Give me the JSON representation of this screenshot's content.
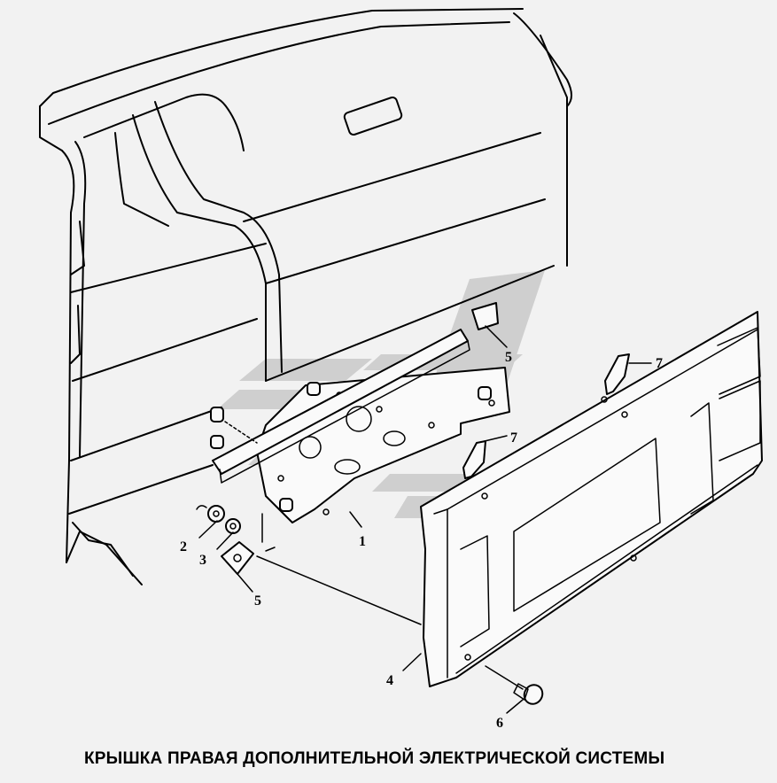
{
  "caption": "КРЫШКА ПРАВАЯ ДОПОЛНИТЕЛЬНОЙ ЭЛЕКТРИЧЕСКОЙ СИСТЕМЫ",
  "callouts": {
    "c1": "1",
    "c2": "2",
    "c3": "3",
    "c4": "4",
    "c5a": "5",
    "c5b": "5",
    "c6": "6",
    "c7a": "7",
    "c7b": "7"
  },
  "watermark": {
    "color": "#c4c4c4",
    "name": "watermark-logo"
  }
}
